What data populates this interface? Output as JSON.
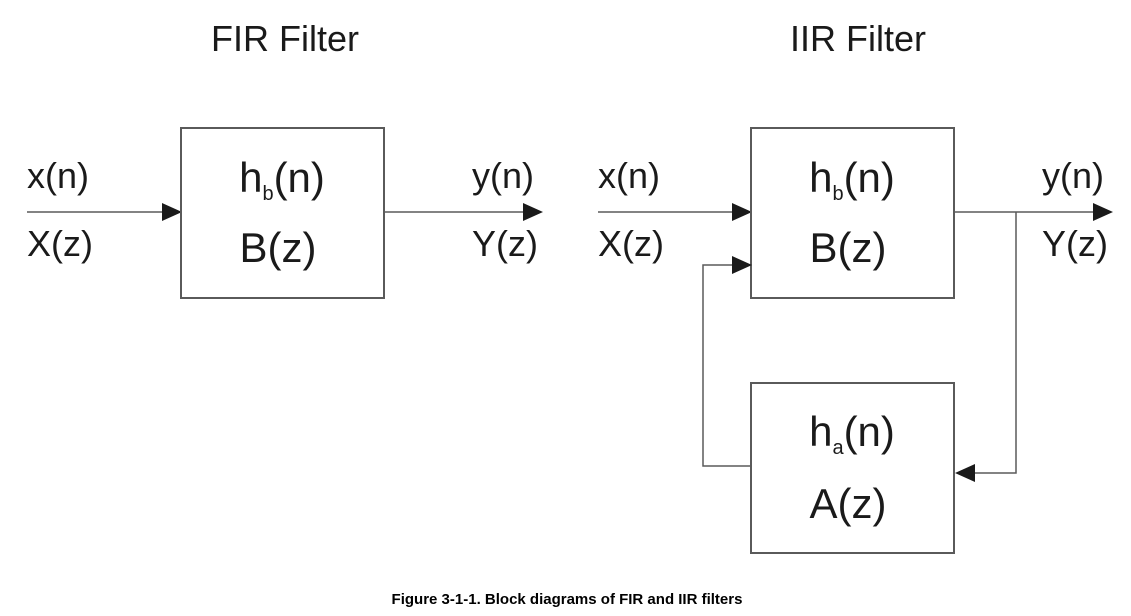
{
  "fir": {
    "title": "FIR Filter",
    "input_top": "x(n)",
    "input_bottom": "X(z)",
    "output_top": "y(n)",
    "output_bottom": "Y(z)",
    "block": {
      "line1_base": "h",
      "line1_sub": "b",
      "line1_suffix": "(n)",
      "line2": "B(z)"
    }
  },
  "iir": {
    "title": "IIR Filter",
    "input_top": "x(n)",
    "input_bottom": "X(z)",
    "output_top": "y(n)",
    "output_bottom": "Y(z)",
    "forward_block": {
      "line1_base": "h",
      "line1_sub": "b",
      "line1_suffix": "(n)",
      "line2": "B(z)"
    },
    "feedback_block": {
      "line1_base": "h",
      "line1_sub": "a",
      "line1_suffix": "(n)",
      "line2": "A(z)"
    }
  },
  "caption": "Figure 3-1-1. Block diagrams of FIR and IIR filters"
}
